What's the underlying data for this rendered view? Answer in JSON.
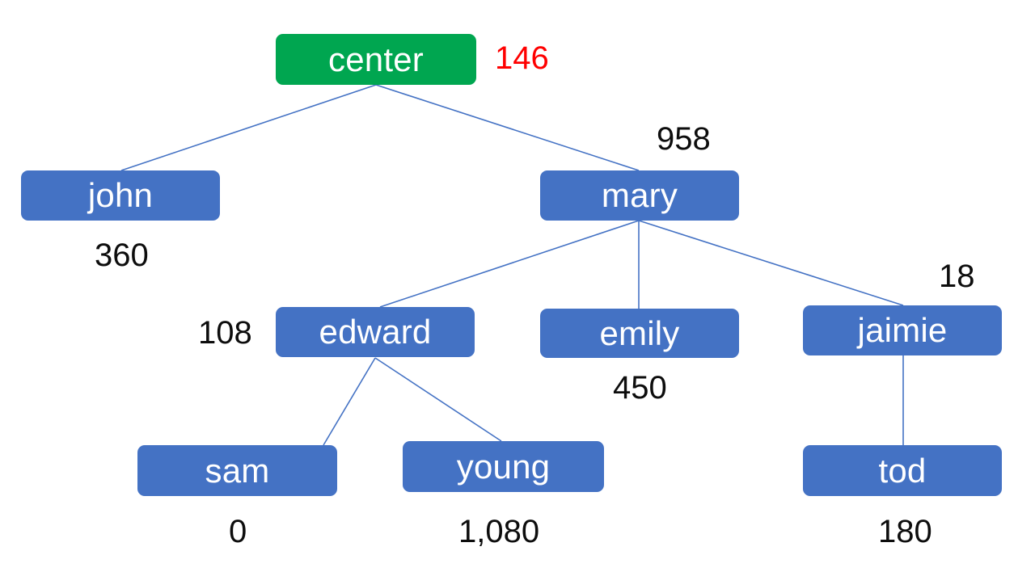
{
  "diagram": {
    "type": "tree",
    "title": "",
    "background_color": "#ffffff",
    "node_colors": {
      "root": "#00A650",
      "default": "#4472C4",
      "node_text": "#ffffff"
    },
    "edge_color": "#4472C4",
    "value_colors": {
      "default": "#0d0d0d",
      "highlight": "#ff0000"
    }
  },
  "nodes": {
    "center": {
      "label": "center",
      "value": "146",
      "color": "#00A650",
      "value_color": "#ff0000"
    },
    "john": {
      "label": "john",
      "value": "360",
      "color": "#4472C4",
      "value_color": "#0d0d0d"
    },
    "mary": {
      "label": "mary",
      "value": "958",
      "color": "#4472C4",
      "value_color": "#0d0d0d"
    },
    "edward": {
      "label": "edward",
      "value": "108",
      "color": "#4472C4",
      "value_color": "#0d0d0d"
    },
    "emily": {
      "label": "emily",
      "value": "450",
      "color": "#4472C4",
      "value_color": "#0d0d0d"
    },
    "jaimie": {
      "label": "jaimie",
      "value": "18",
      "color": "#4472C4",
      "value_color": "#0d0d0d"
    },
    "sam": {
      "label": "sam",
      "value": "0",
      "color": "#4472C4",
      "value_color": "#0d0d0d"
    },
    "young": {
      "label": "young",
      "value": "1,080",
      "color": "#4472C4",
      "value_color": "#0d0d0d"
    },
    "tod": {
      "label": "tod",
      "value": "180",
      "color": "#4472C4",
      "value_color": "#0d0d0d"
    }
  },
  "edges": [
    {
      "from": "center",
      "to": "john"
    },
    {
      "from": "center",
      "to": "mary"
    },
    {
      "from": "mary",
      "to": "edward"
    },
    {
      "from": "mary",
      "to": "emily"
    },
    {
      "from": "mary",
      "to": "jaimie"
    },
    {
      "from": "edward",
      "to": "sam"
    },
    {
      "from": "edward",
      "to": "young"
    },
    {
      "from": "jaimie",
      "to": "tod"
    }
  ]
}
